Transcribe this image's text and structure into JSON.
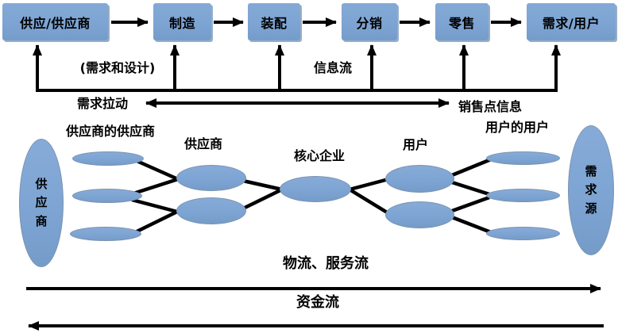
{
  "flow_chain": {
    "boxes": [
      "供应/供应商",
      "制造",
      "装配",
      "分销",
      "零售",
      "需求/用户"
    ]
  },
  "info_section": {
    "demand_design_label": "(需求和设计)",
    "info_flow_label": "信息流",
    "demand_pull_label": "需求拉动",
    "pos_info_label": "销售点信息"
  },
  "network": {
    "left_ellipse_label": "供应商",
    "right_ellipse_label": "需求源",
    "tier_labels": {
      "suppliers_supplier": "供应商的供应商",
      "supplier": "供应商",
      "core_enterprise": "核心企业",
      "user": "用户",
      "users_user": "用户的用户"
    }
  },
  "flows": {
    "logistics_label": "物流、服务流",
    "capital_label": "资金流"
  },
  "colors": {
    "node_fill": "#7da4d3",
    "node_edge": "#7b93af",
    "line_color": "#000000",
    "text_color": "#000000"
  }
}
